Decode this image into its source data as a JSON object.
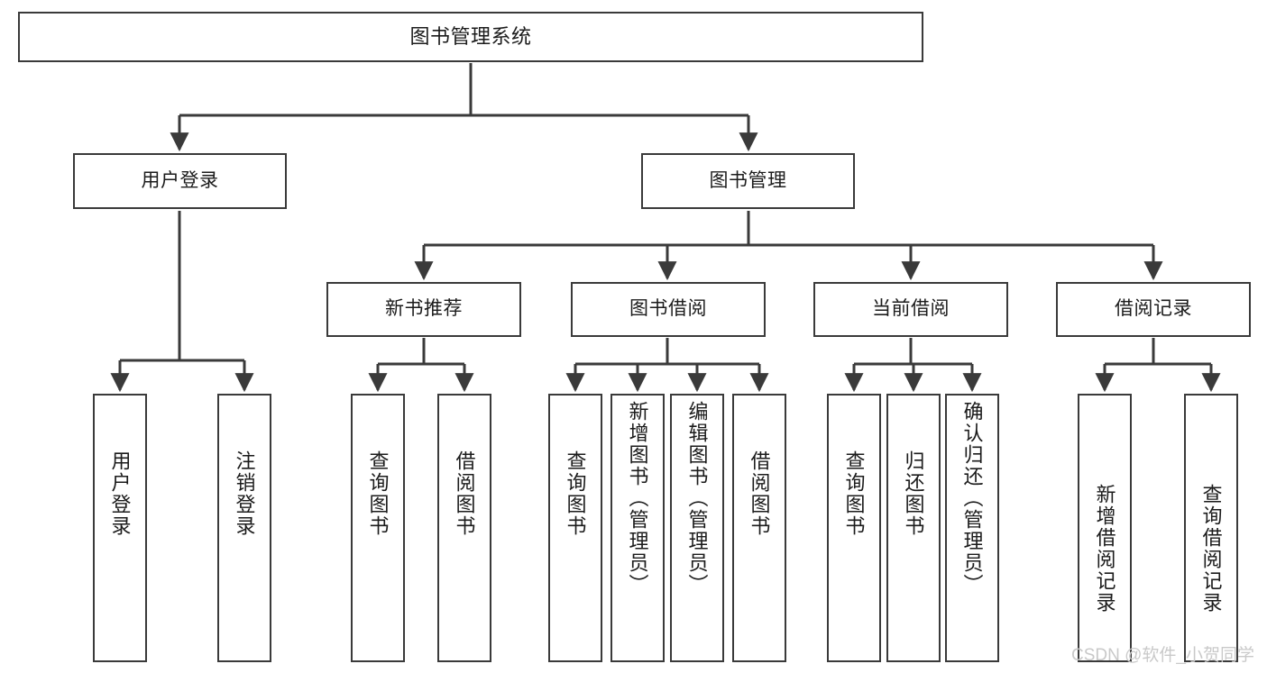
{
  "diagram": {
    "type": "tree-hierarchy",
    "title": "图书管理系统",
    "orientation": "top-down",
    "line_color": "#3a3a3a",
    "box_fill": "#ffffff",
    "text_color": "#1b1b1b"
  },
  "root": {
    "id": "root",
    "label": "图书管理系统"
  },
  "level1": [
    {
      "id": "user-login",
      "label": "用户登录"
    },
    {
      "id": "book-manage",
      "label": "图书管理"
    }
  ],
  "level2": [
    {
      "id": "new-book-rec",
      "label": "新书推荐",
      "parent": "book-manage"
    },
    {
      "id": "book-borrow",
      "label": "图书借阅",
      "parent": "book-manage"
    },
    {
      "id": "current-borrow",
      "label": "当前借阅",
      "parent": "book-manage"
    },
    {
      "id": "borrow-record",
      "label": "借阅记录",
      "parent": "book-manage"
    }
  ],
  "leaves": [
    {
      "id": "leaf-user-login",
      "label": "用户登录",
      "parent": "user-login"
    },
    {
      "id": "leaf-user-logout",
      "label": "注销登录",
      "parent": "user-login"
    },
    {
      "id": "leaf-query-book-1",
      "label": "查询图书",
      "parent": "new-book-rec"
    },
    {
      "id": "leaf-borrow-book-1",
      "label": "借阅图书",
      "parent": "new-book-rec"
    },
    {
      "id": "leaf-query-book-2",
      "label": "查询图书",
      "parent": "book-borrow"
    },
    {
      "id": "leaf-add-book",
      "label": "新增图书（管理员）",
      "parent": "book-borrow"
    },
    {
      "id": "leaf-edit-book",
      "label": "编辑图书（管理员）",
      "parent": "book-borrow"
    },
    {
      "id": "leaf-borrow-book-2",
      "label": "借阅图书",
      "parent": "book-borrow"
    },
    {
      "id": "leaf-query-book-3",
      "label": "查询图书",
      "parent": "current-borrow"
    },
    {
      "id": "leaf-return-book",
      "label": "归还图书",
      "parent": "current-borrow"
    },
    {
      "id": "leaf-confirm-return",
      "label": "确认归还（管理员）",
      "parent": "current-borrow"
    },
    {
      "id": "leaf-add-record",
      "label": "新增借阅记录",
      "parent": "borrow-record"
    },
    {
      "id": "leaf-query-record",
      "label": "查询借阅记录",
      "parent": "borrow-record"
    }
  ],
  "watermark": {
    "text": "CSDN @软件_小贺同学"
  }
}
